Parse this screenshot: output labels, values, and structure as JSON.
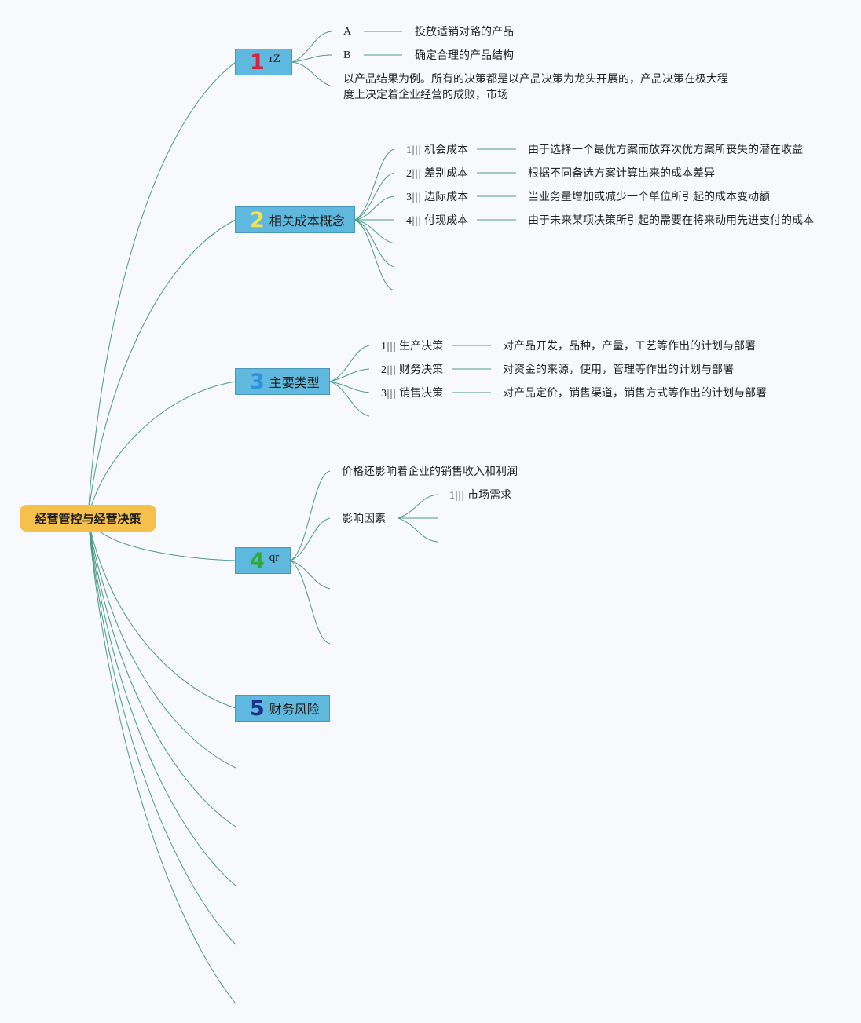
{
  "root": {
    "label": "经营管控与经营决策"
  },
  "topics": [
    {
      "number": "1",
      "number_color": "#d6213f",
      "label": "rZ",
      "children": [
        {
          "key": "A",
          "desc": "投放适销对路的产品"
        },
        {
          "key": "B",
          "desc": "确定合理的产品结构"
        }
      ],
      "note": "以产品结果为例。所有的决策都是以产品决策为龙头开展的，产品决策在极大程度上决定着企业经营的成败，市场"
    },
    {
      "number": "2",
      "number_color": "#f6e24c",
      "label": "相关成本概念",
      "children": [
        {
          "index": "1",
          "name": "机会成本",
          "desc": "由于选择一个最优方案而放弃次优方案所丧失的潜在收益"
        },
        {
          "index": "2",
          "name": "差别成本",
          "desc": "根据不同备选方案计算出来的成本差异"
        },
        {
          "index": "3",
          "name": "边际成本",
          "desc": "当业务量增加或减少一个单位所引起的成本变动额"
        },
        {
          "index": "4",
          "name": "付现成本",
          "desc": "由于未来某项决策所引起的需要在将来动用先进支付的成本"
        }
      ]
    },
    {
      "number": "3",
      "number_color": "#2f8fe0",
      "label": "主要类型",
      "children": [
        {
          "index": "1",
          "name": "生产决策",
          "desc": "对产品开发，品种，产量，工艺等作出的计划与部署"
        },
        {
          "index": "2",
          "name": "财务决策",
          "desc": "对资金的来源，使用，管理等作出的计划与部署"
        },
        {
          "index": "3",
          "name": "销售决策",
          "desc": "对产品定价，销售渠道，销售方式等作出的计划与部署"
        }
      ]
    },
    {
      "number": "4",
      "number_color": "#2ea83a",
      "label": "qr",
      "children": [
        {
          "text": "价格还影响着企业的销售收入和利润"
        },
        {
          "text": "影响因素",
          "sub": [
            {
              "index": "1",
              "name": "市场需求"
            }
          ]
        }
      ]
    },
    {
      "number": "5",
      "number_color": "#1b2f8c",
      "label": "财务风险",
      "children": []
    }
  ],
  "separator": "|||",
  "link_color": "#4a9a86",
  "topic_color": "#5fb8dd",
  "root_color": "#f5c04c"
}
